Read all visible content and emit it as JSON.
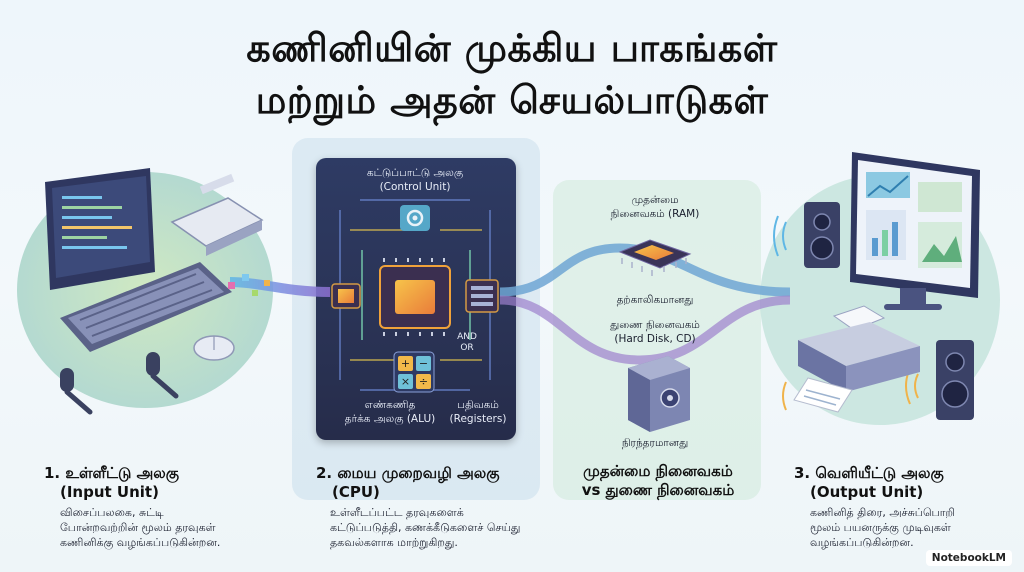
{
  "title": {
    "line1": "கணினியின் முக்கிய பாகங்கள்",
    "line2": "மற்றும் அதன் செயல்பாடுகள்"
  },
  "cpu_diagram": {
    "control_unit_ta": "கட்டுப்பாட்டு அலகு",
    "control_unit_en": "(Control Unit)",
    "alu_ta1": "எண்கணித",
    "alu_ta2": "தர்க்க அலகு (ALU)",
    "registers_ta": "பதிவகம்",
    "registers_en": "(Registers)",
    "and_label": "AND",
    "or_label": "OR"
  },
  "memory_diagram": {
    "primary_ta": "முதன்மை",
    "primary_ta2": "நினைவகம் (RAM)",
    "temporary": "தற்காலிகமானது",
    "secondary_ta": "துணை நினைவகம்",
    "secondary_en": "(Hard Disk, CD)",
    "permanent": "நிரந்தரமானது"
  },
  "sections": {
    "input": {
      "title_ta": "1. உள்ளீட்டு அலகு",
      "title_en": "(Input Unit)",
      "desc": [
        "விசைப்பலகை, சுட்டி",
        "போன்றவற்றின் மூலம் தரவுகள்",
        "கணினிக்கு வழங்கப்படுகின்றன."
      ]
    },
    "cpu": {
      "title_ta": "2. மைய முறைவழி அலகு",
      "title_en": "(CPU)",
      "desc": [
        "உள்ளீடப்பட்ட தரவுகளைக்",
        "கட்டுப்படுத்தி, கணக்கீடுகளைச் செய்து",
        "தகவல்களாக மாற்றுகிறது."
      ]
    },
    "memory": {
      "title1": "முதன்மை நினைவகம்",
      "title2": "vs துணை நினைவகம்"
    },
    "output": {
      "title_ta": "3. வெளியீட்டு அலகு",
      "title_en": "(Output Unit)",
      "desc": [
        "கணினித் திரை, அச்சுப்பொறி",
        "மூலம் பயனருக்கு முடிவுகள்",
        "வழங்கப்படுகின்றன."
      ]
    }
  },
  "brand": "NotebookLM",
  "colors": {
    "cpu_bg": "#2a3355",
    "chip_orange": "#f0a23a",
    "flow_blue": "#6aa8d8",
    "flow_purple": "#8a6fcf",
    "accent_green": "#b9dc9a"
  },
  "icons": [
    "gear-icon",
    "cpu-chip-icon",
    "calculator-icon",
    "register-icon",
    "ram-chip-icon",
    "hard-disk-icon",
    "keyboard-icon",
    "mouse-icon",
    "microphone-icon",
    "scanner-icon",
    "monitor-icon",
    "printer-icon",
    "speaker-icon"
  ]
}
